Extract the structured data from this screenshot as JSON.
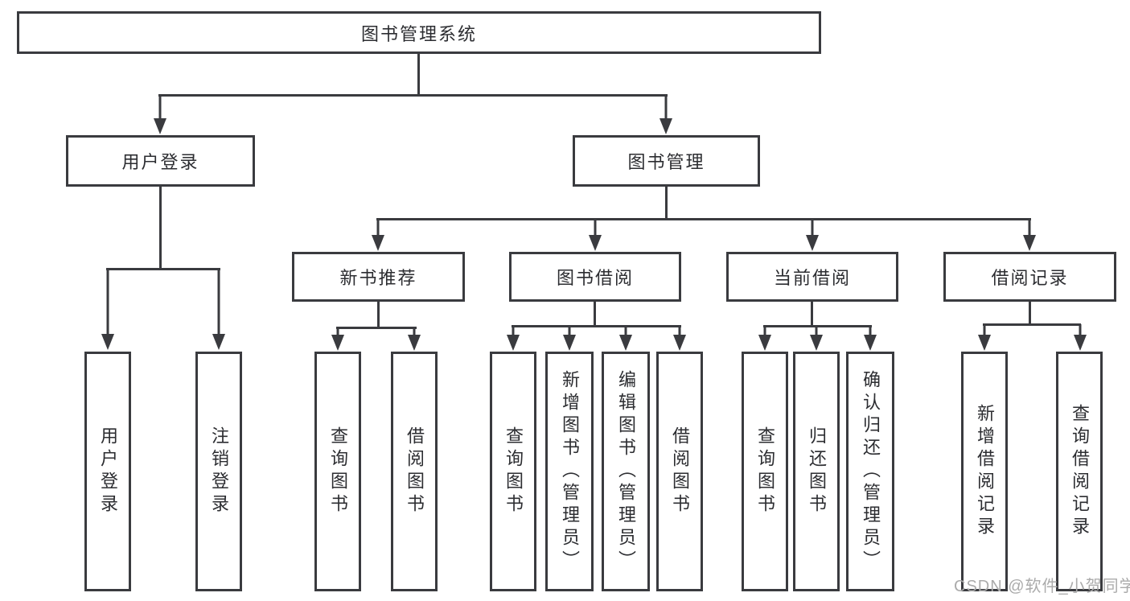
{
  "diagram": {
    "type": "hierarchy",
    "title": "图书管理系统",
    "line_color": "#3a3b3f",
    "text_color": "#2c2d31",
    "background_color": "#ffffff",
    "watermark": {
      "text": "CSDN @软件_小贺同学",
      "color": "#ababab"
    }
  },
  "tree": {
    "label": "图书管理系统",
    "children": [
      {
        "label": "用户登录",
        "children": [
          {
            "label": "用户登录"
          },
          {
            "label": "注销登录"
          }
        ]
      },
      {
        "label": "图书管理",
        "children": [
          {
            "label": "新书推荐",
            "children": [
              {
                "label": "查询图书"
              },
              {
                "label": "借阅图书"
              }
            ]
          },
          {
            "label": "图书借阅",
            "children": [
              {
                "label": "查询图书"
              },
              {
                "label": "新增图书（管理员）"
              },
              {
                "label": "编辑图书（管理员）"
              },
              {
                "label": "借阅图书"
              }
            ]
          },
          {
            "label": "当前借阅",
            "children": [
              {
                "label": "查询图书"
              },
              {
                "label": "归还图书"
              },
              {
                "label": "确认归还（管理员）"
              }
            ]
          },
          {
            "label": "借阅记录",
            "children": [
              {
                "label": "新增借阅记录"
              },
              {
                "label": "查询借阅记录"
              }
            ]
          }
        ]
      }
    ]
  }
}
